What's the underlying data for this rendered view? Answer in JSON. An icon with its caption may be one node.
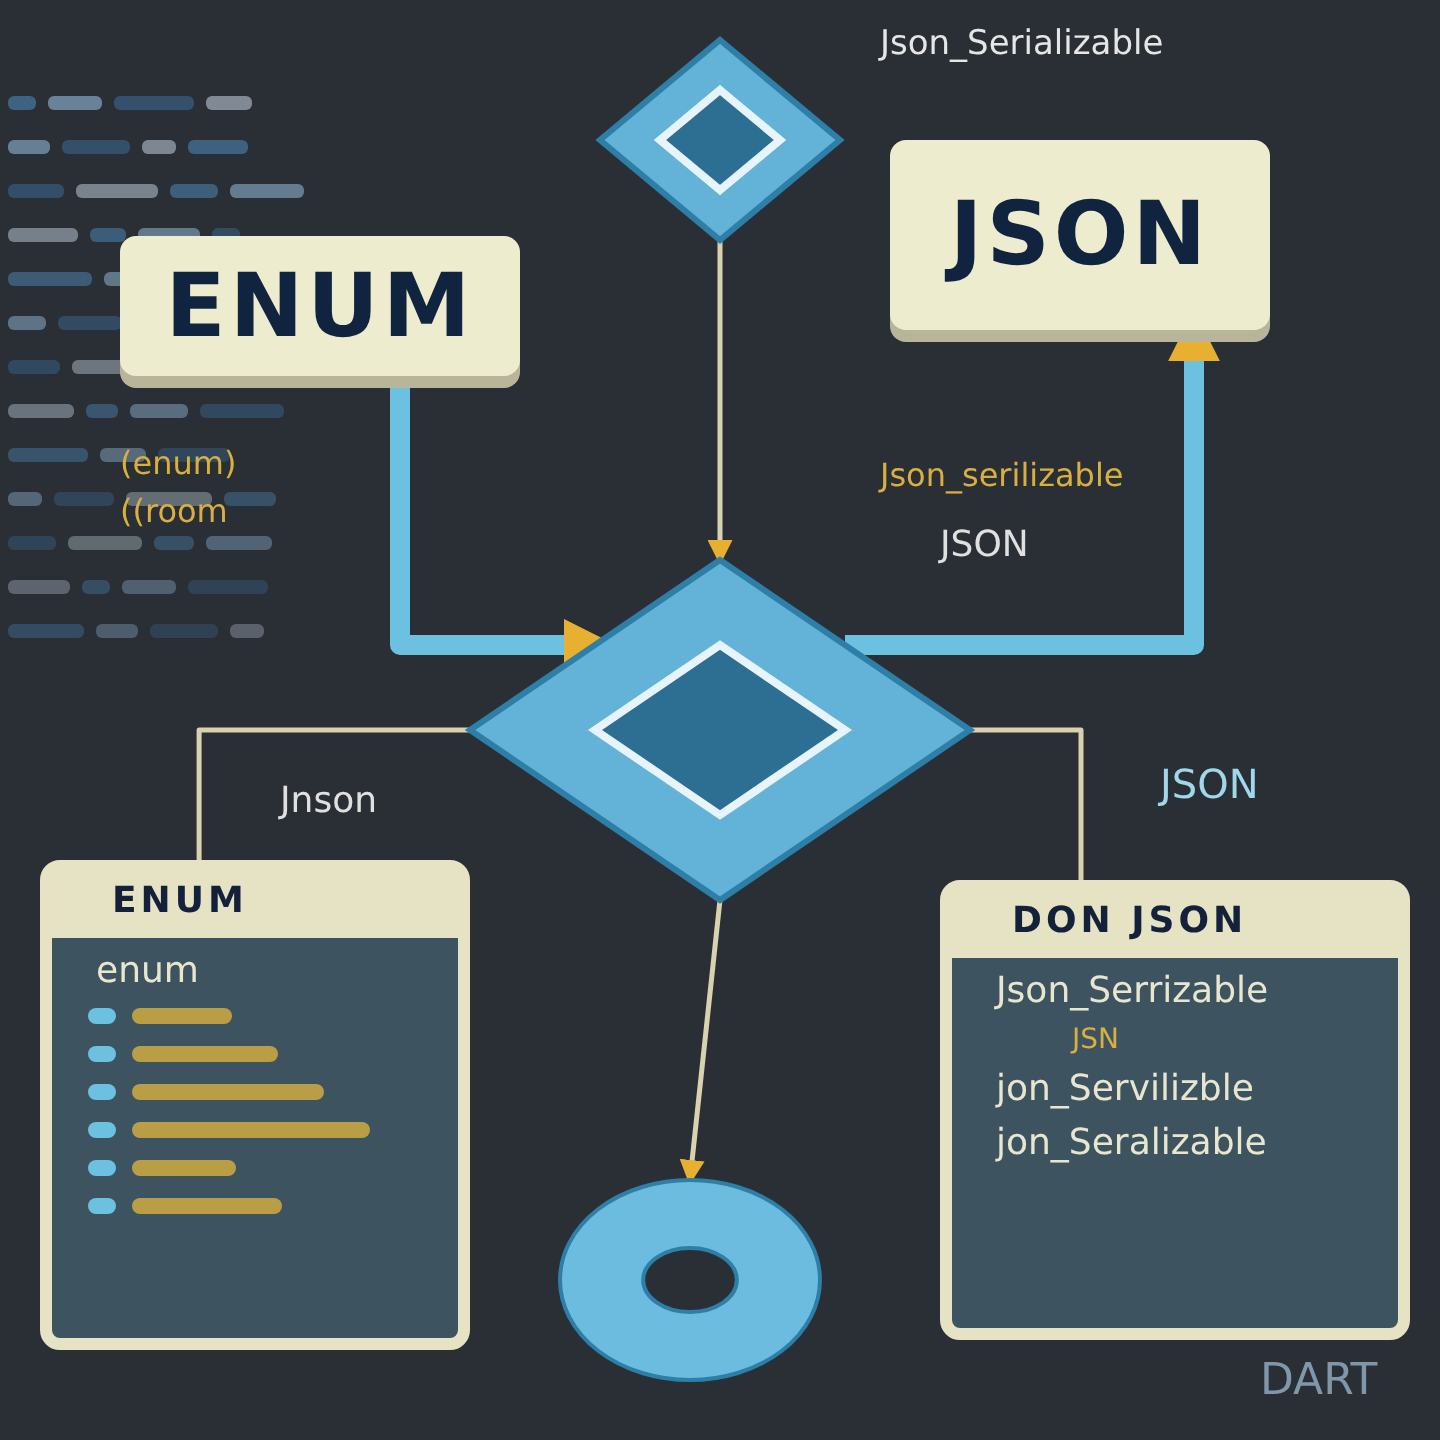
{
  "diagram": {
    "nodes": [
      {
        "text": [
          "ENUM"
        ]
      },
      {
        "text": [
          "JSON"
        ]
      },
      {
        "text": [],
        "shape": "diamond"
      },
      {
        "text": [],
        "shape": "diamond"
      },
      {
        "text": [],
        "shape": "circle"
      },
      {
        "text": [
          "ENUM",
          "enum"
        ]
      },
      {
        "text": [
          "DON JSON",
          "Json_Serrizable",
          "JSN",
          "jon_Servilizble",
          "jon_Seralizable"
        ]
      }
    ],
    "edges": [
      {
        "from": 2,
        "to": 3,
        "arrow": "to"
      },
      {
        "from": 3,
        "to": 4,
        "arrow": "to"
      },
      {
        "from": 0,
        "to": 3,
        "arrow": "to",
        "style": "thick",
        "color": "#6cc0e0"
      },
      {
        "from": 3,
        "to": 1,
        "arrow": "to",
        "style": "thick",
        "color": "#6cc0e0"
      },
      {
        "from": 5,
        "to": 3,
        "arrow": "none"
      },
      {
        "from": 6,
        "to": 3,
        "arrow": "none"
      }
    ],
    "labels": [
      "Json_Serializable",
      "(enum)",
      "((room",
      "Json_serilizable",
      "JSON",
      "Jnson",
      "JSON",
      "DART"
    ]
  }
}
